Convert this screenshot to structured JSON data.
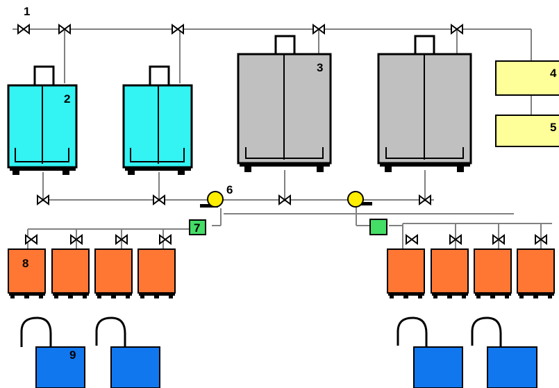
{
  "labels": {
    "l1": "1",
    "l2": "2",
    "l3": "3",
    "l4": "4",
    "l5": "5",
    "l6": "6",
    "l7": "7",
    "l8": "8",
    "l9": "9"
  },
  "colors": {
    "line": "#808080",
    "small_tank": "#33f3f3",
    "large_tank": "#c0c0c0",
    "yellow_box": "#ffff99",
    "pump": "#ffee00",
    "green_box": "#44dd66",
    "orange_container": "#ff7733",
    "blue_container": "#1177ee"
  },
  "icons": {
    "valve": "bowtie-valve-icon",
    "pump": "pump-icon",
    "container": "container-icon",
    "tank": "tank-icon"
  }
}
